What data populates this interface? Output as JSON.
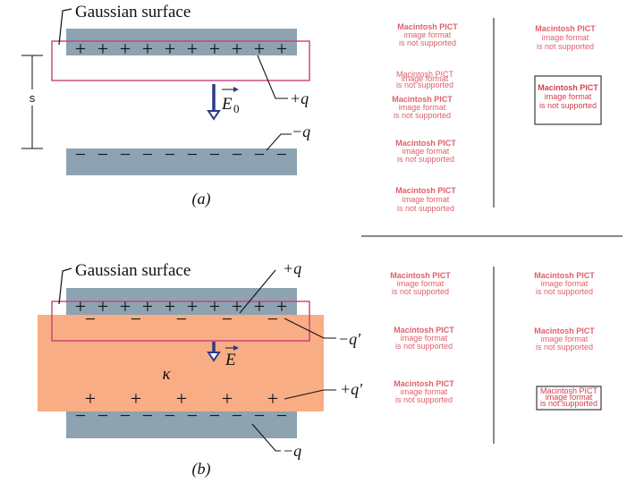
{
  "panel_a": {
    "gauss_label": "Gaussian surface",
    "spacing_label": "s",
    "field_label": "E",
    "field_sub": "0",
    "pos_label": "+q",
    "neg_label": "−q",
    "caption": "(a)",
    "plus_signs": [
      "+",
      "+",
      "+",
      "+",
      "+",
      "+",
      "+",
      "+",
      "+",
      "+"
    ],
    "minus_signs": [
      "−",
      "−",
      "−",
      "−",
      "−",
      "−",
      "−",
      "−",
      "−",
      "−"
    ]
  },
  "panel_b": {
    "gauss_label": "Gaussian surface",
    "pos_label": "+q",
    "induced_neg_label": "−q'",
    "field_label": "E",
    "kappa_label": "κ",
    "induced_pos_label": "+q'",
    "neg_label": "−q",
    "caption": "(b)",
    "plus_signs": [
      "+",
      "+",
      "+",
      "+",
      "+",
      "+",
      "+",
      "+",
      "+",
      "+"
    ],
    "induced_minus": [
      "−",
      "−",
      "−",
      "−",
      "−"
    ],
    "induced_plus": [
      "+",
      "+",
      "+",
      "+",
      "+"
    ],
    "minus_signs": [
      "−",
      "−",
      "−",
      "−",
      "−",
      "−",
      "−",
      "−",
      "−",
      "−"
    ]
  },
  "pict": {
    "line1": "Macintosh PICT",
    "line2": "image format",
    "line3": "is not supported"
  },
  "colors": {
    "plate": "#8da3b2",
    "gauss": "#c8407a",
    "dielectric": "#f9ad84",
    "arrow": "#2c3a8c",
    "pict_text": "#e0606a"
  }
}
